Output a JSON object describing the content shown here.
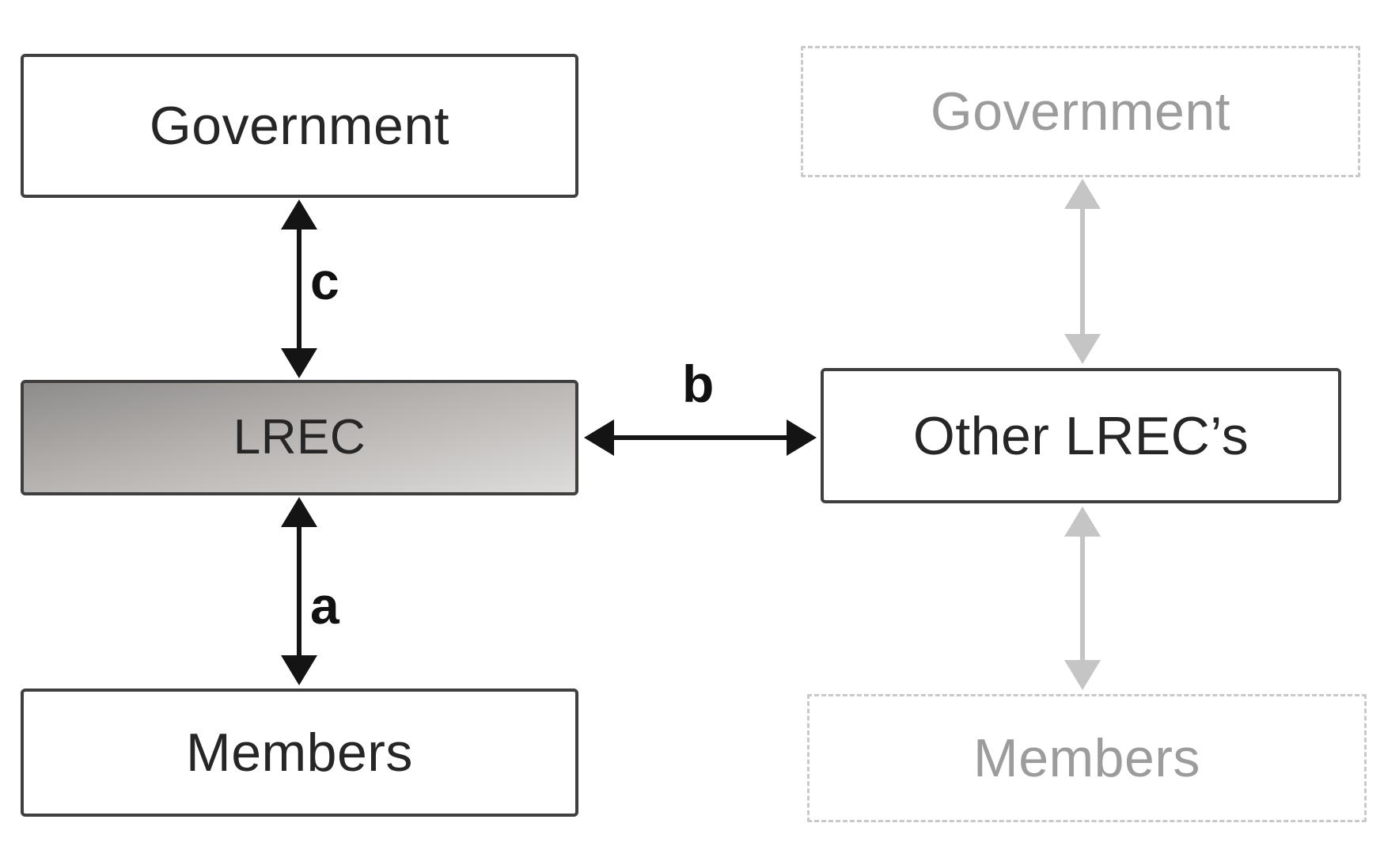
{
  "diagram_type": "organization-relationship-diagram",
  "colors": {
    "solid_border": "#3f3f3f",
    "dashed_border": "#c9c9c9",
    "box_text": "#262626",
    "faded_text": "#9c9c9c",
    "arrow_black": "#141414",
    "arrow_gray": "#c5c5c5",
    "lrec_fill_top": "#8e8c8a",
    "lrec_fill_mid": "#b5b2b0",
    "lrec_fill_bottom": "#dedcda"
  },
  "left_column": {
    "government": {
      "label": "Government",
      "style": "solid"
    },
    "lrec": {
      "label": "LREC",
      "style": "solid-gradient-fill"
    },
    "members": {
      "label": "Members",
      "style": "solid"
    }
  },
  "right_column": {
    "government": {
      "label": "Government",
      "style": "dashed-faded"
    },
    "other_lrecs": {
      "label": "Other LREC’s",
      "style": "solid"
    },
    "members": {
      "label": "Members",
      "style": "dashed-faded"
    }
  },
  "edges": {
    "c": {
      "label": "c",
      "from": "government-left",
      "to": "lrec",
      "type": "double-headed-arrow",
      "color": "black"
    },
    "a": {
      "label": "a",
      "from": "lrec",
      "to": "members-left",
      "type": "double-headed-arrow",
      "color": "black"
    },
    "b": {
      "label": "b",
      "from": "lrec",
      "to": "other-lrecs",
      "type": "double-headed-arrow",
      "color": "black"
    },
    "gov_other": {
      "from": "government-right",
      "to": "other-lrecs",
      "type": "double-headed-arrow",
      "color": "gray"
    },
    "other_members": {
      "from": "other-lrecs",
      "to": "members-right",
      "type": "double-headed-arrow",
      "color": "gray"
    }
  }
}
